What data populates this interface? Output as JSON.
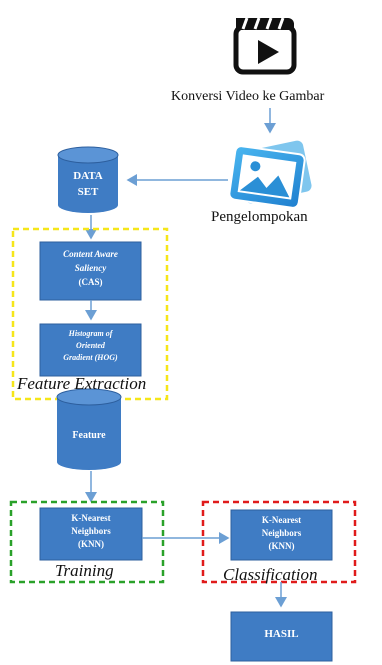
{
  "video_caption": "Konversi Video ke Gambar",
  "grouping_caption": "Pengelompokan",
  "dataset": {
    "line1": "DATA",
    "line2": "SET"
  },
  "cas": {
    "line1": "Content Aware",
    "line2": "Saliency",
    "line3": "(CAS)"
  },
  "hog": {
    "line1": "Histogram of",
    "line2": "Oriented",
    "line3": "Gradient (HOG)"
  },
  "feature_extraction_label": "Feature Extraction",
  "feature_db": "Feature",
  "knn_training": {
    "line1": "K-Nearest",
    "line2": "Neighbors",
    "line3": "(KNN)"
  },
  "training_label": "Training",
  "knn_classification": {
    "line1": "K-Nearest",
    "line2": "Neighbors",
    "line3": "(KNN)"
  },
  "classification_label": "Classification",
  "result": "HASIL",
  "colors": {
    "node_fill": "#3f7cc4",
    "node_edge": "#2d5f9e",
    "arrow": "#6c9fd4",
    "extraction_border": "#f5e61a",
    "training_border": "#2aa12a",
    "classification_border": "#e01b1b",
    "icon_blue": "#2a8fd6"
  },
  "icons": {
    "video": "video-play-icon",
    "images": "image-gallery-icon"
  }
}
